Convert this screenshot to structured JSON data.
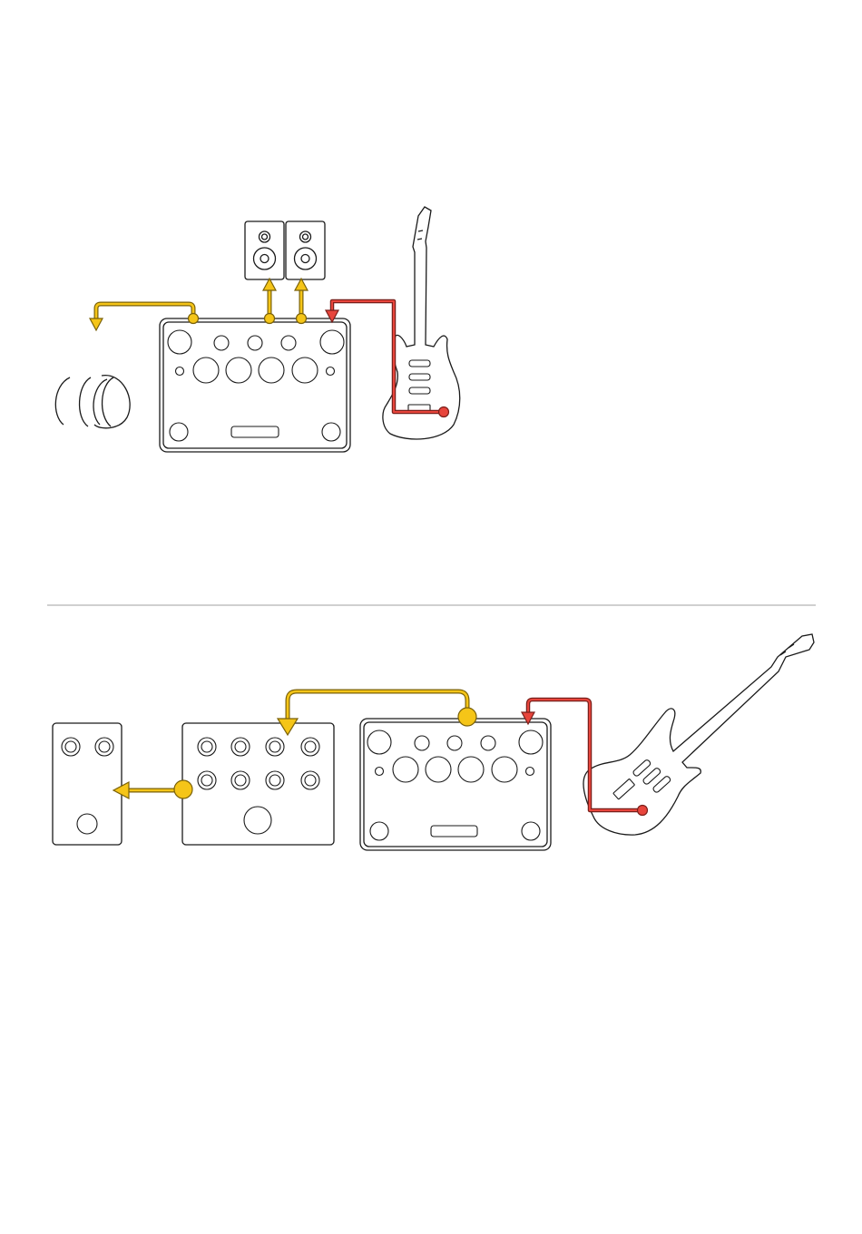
{
  "colors": {
    "signal_in": "#e8453c",
    "signal_out": "#f5c518",
    "signal_out_border": "#7a6108",
    "signal_in_border": "#7a1f1a",
    "outline": "#1a1a1a",
    "divider": "#d0d0d0",
    "background": "#ffffff"
  },
  "diagrams": [
    {
      "name": "setup-1-monitors-and-headphones",
      "devices": [
        "headphones-icon",
        "monitor-speaker-icon",
        "monitor-speaker-icon",
        "amp-modeler-pedal",
        "electric-guitar-icon"
      ],
      "connections": [
        {
          "from": "electric-guitar-icon",
          "to": "amp-modeler-pedal",
          "color": "signal_in"
        },
        {
          "from": "amp-modeler-pedal",
          "to": "monitor-speaker-icon",
          "color": "signal_out"
        },
        {
          "from": "amp-modeler-pedal",
          "to": "monitor-speaker-icon",
          "color": "signal_out"
        },
        {
          "from": "amp-modeler-pedal",
          "to": "headphones-icon",
          "color": "signal_out"
        }
      ]
    },
    {
      "name": "setup-2-audio-interface",
      "devices": [
        "small-pedal",
        "audio-interface",
        "amp-modeler-pedal",
        "electric-guitar-icon"
      ],
      "connections": [
        {
          "from": "electric-guitar-icon",
          "to": "amp-modeler-pedal",
          "color": "signal_in"
        },
        {
          "from": "amp-modeler-pedal",
          "to": "audio-interface",
          "color": "signal_out"
        },
        {
          "from": "audio-interface",
          "to": "small-pedal",
          "color": "signal_out"
        }
      ]
    }
  ]
}
